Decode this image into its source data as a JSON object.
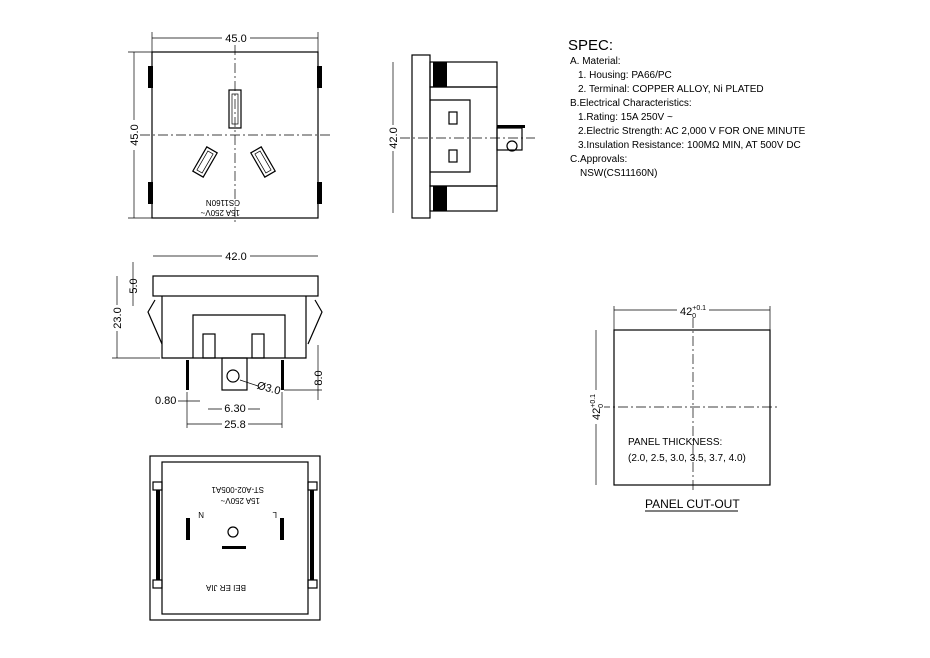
{
  "spec": {
    "title": "SPEC:",
    "lines": [
      "A. Material:",
      "1.  Housing: PA66/PC",
      "2.  Terminal: COPPER ALLOY, Ni PLATED",
      "B.Electrical Characteristics:",
      "1.Rating:  15A 250V ~",
      "2.Electric Strength: AC 2,000 V FOR ONE MINUTE",
      "3.Insulation Resistance: 100MΩ MIN, AT 500V DC",
      "C.Approvals:",
      "NSW(CS11160N)"
    ]
  },
  "front_view": {
    "width_dim": "45.0",
    "height_dim": "45.0",
    "marking_1": "CS1160N",
    "marking_2": "15A 250V~"
  },
  "side_view": {
    "height_dim": "42.0"
  },
  "bottom_view": {
    "width_dim": "42.0",
    "flange_dim": "5.0",
    "depth_dim": "23.0",
    "pin_length_dim": "8.0",
    "hole_dim": "Ø3.0",
    "pin_thickness_dim": "0.80",
    "tab_width_dim": "6.30",
    "pin_span_dim": "25.8"
  },
  "back_view": {
    "model": "ST-A02-005A1",
    "rating": "15A 250V~",
    "brand": "BEI ER JIA",
    "label_n": "N",
    "label_l": "L"
  },
  "panel_cutout": {
    "width_dim": "42",
    "height_dim": "42",
    "tol_plus": "+0.1",
    "tol_minus": "0",
    "thickness_label": "PANEL THICKNESS:",
    "thickness_values": "(2.0, 2.5, 3.0, 3.5, 3.7, 4.0)",
    "caption": "PANEL CUT-OUT"
  }
}
